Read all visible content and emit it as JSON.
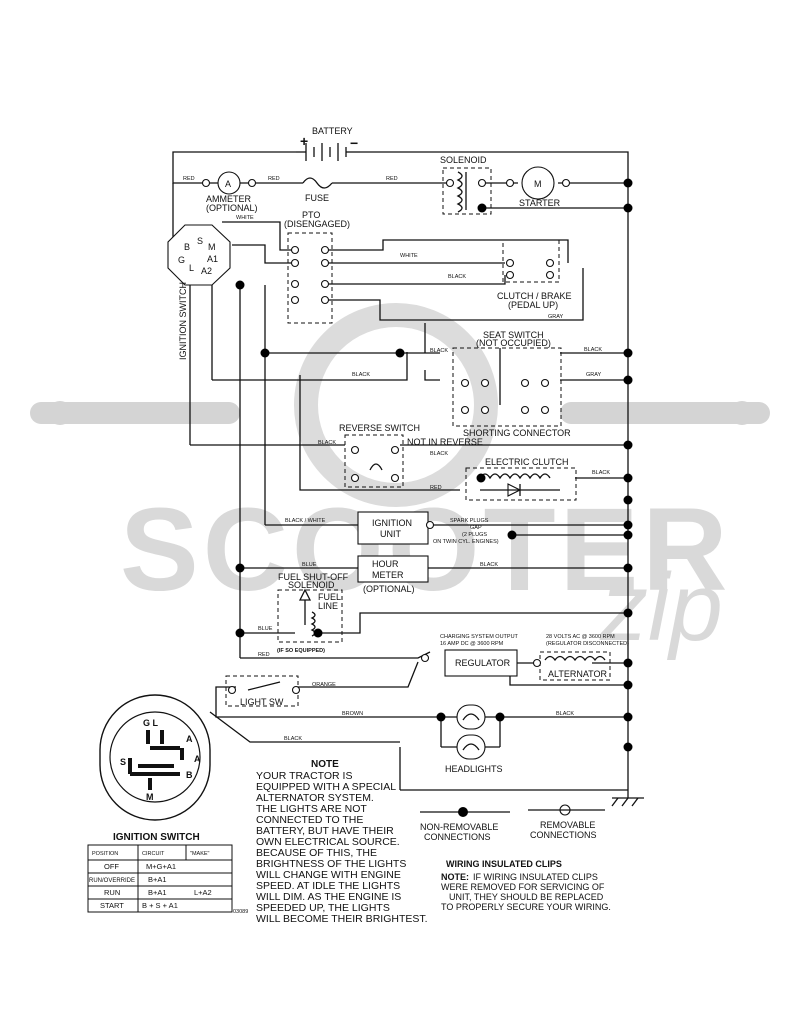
{
  "watermark": {
    "brand": "SCOOTER",
    "script": "zip"
  },
  "labels": {
    "battery": "BATTERY",
    "solenoid": "SOLENOID",
    "ammeter": "AMMETER",
    "ammeter_opt": "(OPTIONAL)",
    "ammeter_sym": "A",
    "fuse": "FUSE",
    "starter": "STARTER",
    "starter_sym": "M",
    "red": "RED",
    "white": "WHITE",
    "black": "BLACK",
    "gray": "GRAY",
    "blue": "BLUE",
    "orange": "ORANGE",
    "brown": "BROWN",
    "black_white": "BLACK / WHITE",
    "pto": "PTO",
    "pto_sub": "(DISENGAGED)",
    "clutch_brake": "CLUTCH / BRAKE",
    "clutch_brake_sub": "(PEDAL UP)",
    "seat_switch": "SEAT SWITCH",
    "seat_switch_sub": "(NOT OCCUPIED)",
    "shorting_connector": "SHORTING CONNECTOR",
    "reverse_switch": "REVERSE SWITCH",
    "not_in_reverse": "NOT IN REVERSE",
    "electric_clutch": "ELECTRIC CLUTCH",
    "ignition_unit_1": "IGNITION",
    "ignition_unit_2": "UNIT",
    "spark_plugs_1": "SPARK PLUGS",
    "spark_plugs_2": "GAP",
    "spark_plugs_3": "(2 PLUGS",
    "spark_plugs_4": "ON TWIN CYL. ENGINES)",
    "hour_meter_1": "HOUR",
    "hour_meter_2": "METER",
    "hour_meter_opt": "(OPTIONAL)",
    "fuel_solenoid_1": "FUEL SHUT-OFF",
    "fuel_solenoid_2": "SOLENOID",
    "fuel_line_1": "FUEL",
    "fuel_line_2": "LINE",
    "if_so_equipped": "(IF SO EQUIPPED)",
    "charging_output_1": "CHARGING SYSTEM OUTPUT",
    "charging_output_2": "16 AMP DC @ 3600 RPM",
    "ac_output_1": "28 VOLTS AC @ 3600 RPM",
    "ac_output_2": "(REGULATOR DISCONNECTED)",
    "regulator": "REGULATOR",
    "alternator": "ALTERNATOR",
    "light_sw": "LIGHT SW",
    "headlights": "HEADLIGHTS",
    "ignition_switch_vert": "IGNITION SWITCH",
    "term_b": "B",
    "term_s": "S",
    "term_m": "M",
    "term_g": "G",
    "term_l": "L",
    "term_a1": "A1",
    "term_a2": "A2",
    "plug_gl": "G   L",
    "plug_a1": "A",
    "plug_a2": "A",
    "plug_s": "S",
    "plug_b": "B",
    "plug_m": "M",
    "ignition_switch_title": "IGNITION SWITCH",
    "doc_number": "03089"
  },
  "ignition_table": {
    "headers": [
      "POSITION",
      "CIRCUIT",
      "\"MAKE\""
    ],
    "rows": [
      [
        "OFF",
        "M+G+A1",
        ""
      ],
      [
        "RUN/OVERRIDE",
        "B+A1",
        ""
      ],
      [
        "RUN",
        "B+A1",
        "L+A2"
      ],
      [
        "START",
        "B + S + A1",
        ""
      ]
    ]
  },
  "note": {
    "title": "NOTE",
    "lines": [
      "YOUR TRACTOR IS",
      "EQUIPPED WITH A SPECIAL",
      "ALTERNATOR SYSTEM.",
      "THE LIGHTS ARE NOT",
      "CONNECTED TO THE",
      "BATTERY, BUT HAVE THEIR",
      "OWN ELECTRICAL SOURCE.",
      "BECAUSE OF THIS, THE",
      "BRIGHTNESS OF THE LIGHTS",
      "WILL CHANGE WITH ENGINE",
      "SPEED.  AT IDLE THE LIGHTS",
      "WILL DIM.  AS THE ENGINE IS",
      "SPEEDED UP, THE LIGHTS",
      "WILL BECOME THEIR BRIGHTEST."
    ]
  },
  "legend": {
    "non_removable_1": "NON-REMOVABLE",
    "non_removable_2": "CONNECTIONS",
    "removable_1": "REMOVABLE",
    "removable_2": "CONNECTIONS"
  },
  "clips": {
    "title": "WIRING INSULATED CLIPS",
    "note_label": "NOTE:",
    "line1": "IF WIRING INSULATED CLIPS",
    "line2": "WERE REMOVED FOR SERVICING OF",
    "line3": "UNIT, THEY SHOULD BE REPLACED",
    "line4": "TO PROPERLY SECURE YOUR WIRING."
  }
}
